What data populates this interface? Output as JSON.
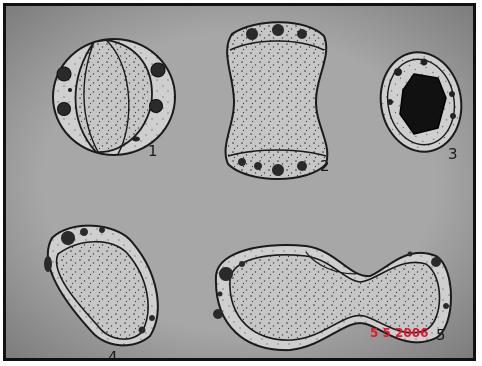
{
  "figure": {
    "labels": [
      "1",
      "2",
      "3",
      "4",
      "5"
    ],
    "stamp_text": "5 5 2006",
    "colors": {
      "page_background": "#a5a5a5",
      "cell_fill": "#c3c3c3",
      "outline": "#1a1a1a",
      "stamp": "#e0192c"
    }
  }
}
